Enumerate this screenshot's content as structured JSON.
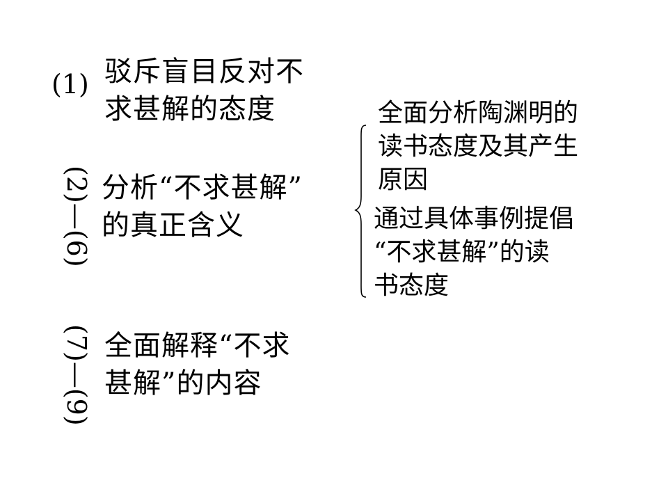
{
  "sections": [
    {
      "label": "(1)",
      "lines": [
        "驳斥盲目反对不",
        "求甚解的态度"
      ]
    },
    {
      "label": "(2)—(6)",
      "lines": [
        "分析“不求甚解”",
        "的真正含义"
      ]
    },
    {
      "label": "(7)—(9)",
      "lines": [
        "全面解释“不求",
        "甚解”的内容"
      ]
    }
  ],
  "sub_points": [
    {
      "lines": [
        "全面分析陶渊明的",
        "读书态度及其产生",
        "原因"
      ]
    },
    {
      "lines": [
        "通过具体事例提倡",
        "“不求甚解”的读",
        "书态度"
      ]
    }
  ]
}
